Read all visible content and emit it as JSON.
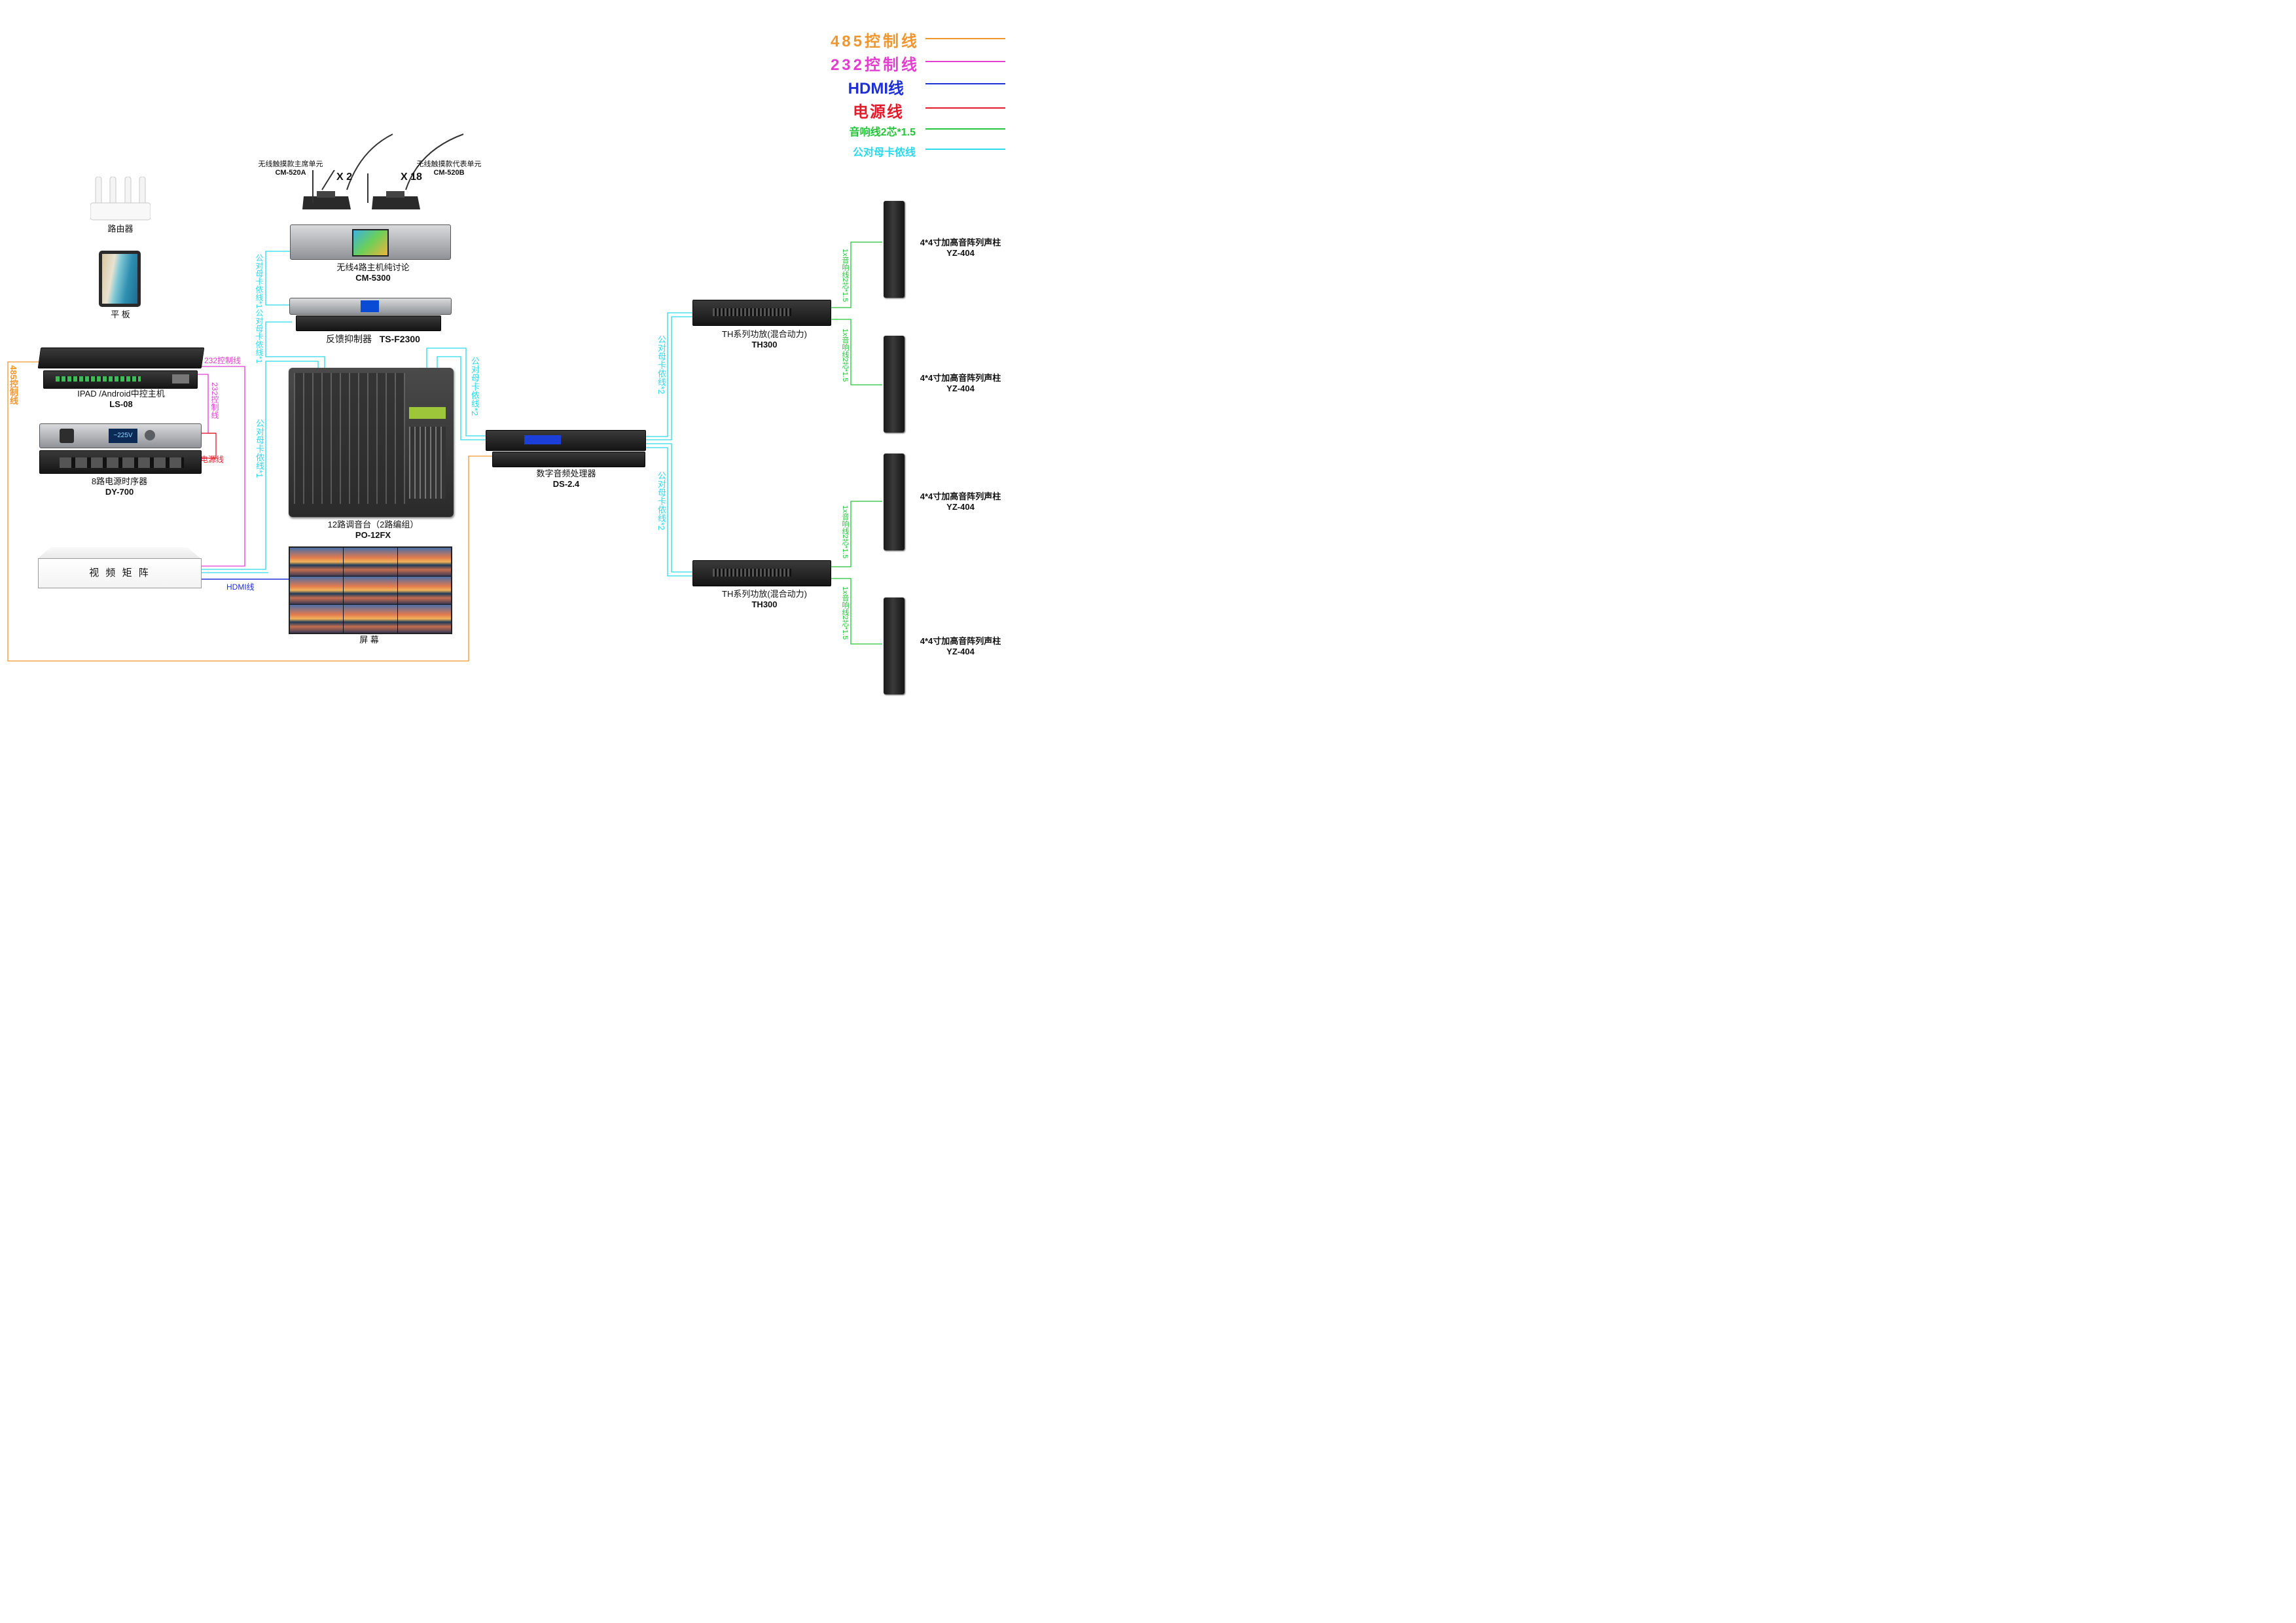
{
  "legend": [
    {
      "label": "485控制线",
      "color": "#f0962e",
      "size": 24,
      "spacing": "4px"
    },
    {
      "label": "232控制线",
      "color": "#e23fd0",
      "size": 24,
      "spacing": "4px"
    },
    {
      "label": "HDMI线",
      "color": "#1f2fd6",
      "size": 24,
      "spacing": "0px"
    },
    {
      "label": "电源线",
      "color": "#e21b2b",
      "size": 24,
      "spacing": "2px"
    },
    {
      "label": "音响线2芯*1.5",
      "color": "#23c43a",
      "size": 16,
      "spacing": "0px"
    },
    {
      "label": "公对母卡侬线",
      "color": "#2ad9ec",
      "size": 16,
      "spacing": "0px"
    }
  ],
  "devices": {
    "router": {
      "name": "路由器"
    },
    "tablet": {
      "name": "平 板"
    },
    "controller": {
      "name": "IPAD /Android中控主机",
      "model": "LS-08"
    },
    "sequencer": {
      "name": "8路电源时序器",
      "model": "DY-700",
      "display": "~225V"
    },
    "matrix": {
      "name": "视 频 矩 阵"
    },
    "chairman_mic": {
      "name": "无线触摸款主席单元",
      "model": "CM-520A",
      "qty": "X 2"
    },
    "delegate_mic": {
      "name": "无线触摸款代表单元",
      "model": "CM-520B",
      "qty": "X 18"
    },
    "host": {
      "name": "无线4路主机纯讨论",
      "model": "CM-5300"
    },
    "suppressor": {
      "name": "反馈抑制器",
      "model": "TS-F2300"
    },
    "mixer": {
      "name": "12路调音台（2路编组）",
      "model": "PO-12FX"
    },
    "screen": {
      "name": "屏 幕"
    },
    "processor": {
      "name": "数字音频处理器",
      "model": "DS-2.4"
    },
    "amp1": {
      "name": "TH系列功放(混合动力)",
      "model": "TH300"
    },
    "amp2": {
      "name": "TH系列功放(混合动力)",
      "model": "TH300"
    },
    "speakers": [
      {
        "name": "4*4寸加高音阵列声柱",
        "model": "YZ-404"
      },
      {
        "name": "4*4寸加高音阵列声柱",
        "model": "YZ-404"
      },
      {
        "name": "4*4寸加高音阵列声柱",
        "model": "YZ-404"
      },
      {
        "name": "4*4寸加高音阵列声柱",
        "model": "YZ-404"
      }
    ]
  },
  "cable_labels": {
    "c232_h": "232控制线",
    "c232_v": "232控制线",
    "c485": "485控制线",
    "power": "电源线",
    "hdmi": "HDMI线",
    "xlr1": "公对母卡侬线*1",
    "xlr2": "公对母卡侬线*1",
    "xlr3": "公对母卡侬线*1",
    "xlr4": "公对母卡侬线*2",
    "xlr5": "公对母卡侬线*2",
    "xlr6": "公对母卡侬线*2",
    "spk1": "1x音响线2芯*1.5",
    "spk2": "1x音响线2芯*1.5",
    "spk3": "1x音响线2芯*1.5",
    "spk4": "1x音响线2芯*1.5"
  },
  "colors": {
    "c485": "#f0962e",
    "c232": "#e23fd0",
    "hdmi": "#1f2fd6",
    "power": "#e21b2b",
    "speaker": "#23c43a",
    "xlr": "#2ad9ec"
  }
}
